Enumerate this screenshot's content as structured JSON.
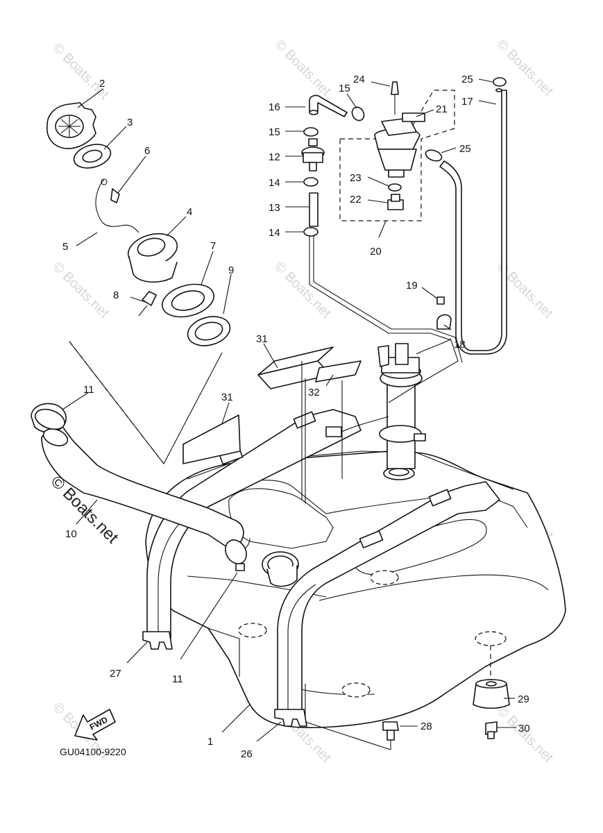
{
  "diagram": {
    "code": "GU04100-9220",
    "fwd_label": "FWD",
    "watermark": "© Boats.net",
    "callouts": {
      "c1": "1",
      "c2": "2",
      "c3": "3",
      "c4": "4",
      "c5": "5",
      "c6": "6",
      "c7": "7",
      "c8": "8",
      "c9": "9",
      "c10": "10",
      "c11a": "11",
      "c11b": "11",
      "c12": "12",
      "c13": "13",
      "c14a": "14",
      "c14b": "14",
      "c15a": "15",
      "c15b": "15",
      "c16": "16",
      "c17": "17",
      "c18": "18",
      "c19": "19",
      "c20": "20",
      "c21": "21",
      "c22": "22",
      "c23": "23",
      "c24": "24",
      "c25a": "25",
      "c25b": "25",
      "c26": "26",
      "c27": "27",
      "c28": "28",
      "c29": "29",
      "c30": "30",
      "c31a": "31",
      "c31b": "31",
      "c32": "32"
    }
  }
}
